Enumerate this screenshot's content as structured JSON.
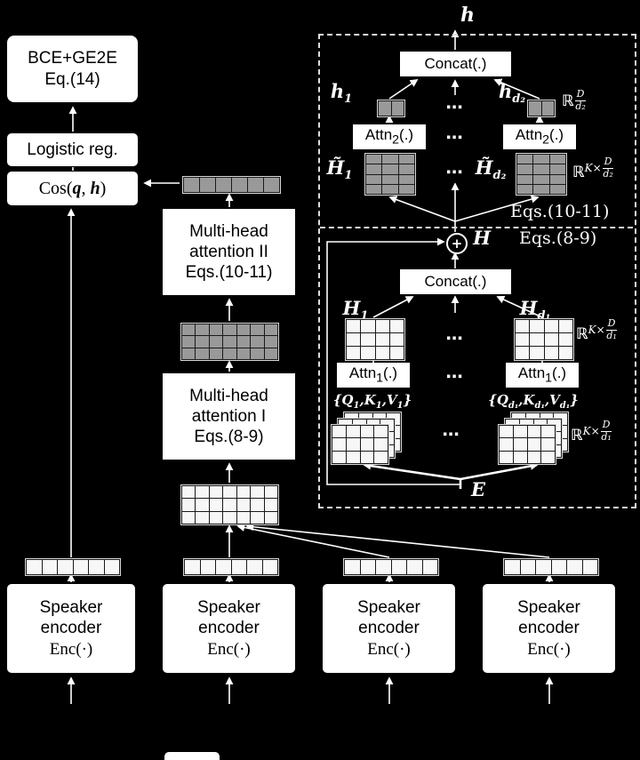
{
  "colors": {
    "background": "#000000",
    "box_fill": "#ffffff",
    "box_text": "#000000",
    "line": "#ffffff",
    "gray_cell": "#999999",
    "white_cell": "#f7f7f7"
  },
  "left_column": {
    "bce": {
      "line1": "BCE+GE2E",
      "line2": "Eq.(14)"
    },
    "logistic": {
      "label": "Logistic reg."
    },
    "cos": {
      "pre": "Cos(",
      "q": "q",
      "sep": ", ",
      "h": "h",
      "post": ")"
    }
  },
  "middle_column": {
    "mha2": {
      "line1": "Multi-head",
      "line2": "attention II",
      "line3": "Eqs.(10-11)"
    },
    "mha1": {
      "line1": "Multi-head",
      "line2": "attention I",
      "line3": "Eqs.(8-9)"
    }
  },
  "encoder": {
    "line1": "Speaker",
    "line2": "encoder",
    "line3": "Enc(·)"
  },
  "panel": {
    "ellipsis": "⋯",
    "top": {
      "h_out": "h",
      "concat": "Concat(.)",
      "h1": {
        "base": "h",
        "sub": "1"
      },
      "hd2": {
        "base": "h",
        "sub": "d₂"
      },
      "attn": {
        "base": "Attn",
        "sub": "2",
        "post": "(.)"
      },
      "ht1": {
        "base": "H̃",
        "sub": "1"
      },
      "htd2": {
        "base": "H̃",
        "sub": "d₂"
      },
      "dim_vec": {
        "set": "ℝ",
        "pre": "",
        "num": "D",
        "den": "d₂"
      },
      "dim_mat": {
        "set": "ℝ",
        "pre": "K×",
        "num": "D",
        "den": "d₂"
      },
      "eqs": "Eqs.(10-11)"
    },
    "bottom": {
      "plus": "+",
      "H_out": "H",
      "eqs": "Eqs.(8-9)",
      "concat": "Concat(.)",
      "H1": {
        "base": "H",
        "sub": "1"
      },
      "Hd1": {
        "base": "H",
        "sub": "d₁"
      },
      "attn": {
        "base": "Attn",
        "sub": "1",
        "post": "(.)"
      },
      "dim_mat": {
        "set": "ℝ",
        "pre": "K×",
        "num": "D",
        "den": "d₁"
      },
      "qkv_left": {
        "open": "{",
        "q": "Q",
        "k": "K",
        "v": "V",
        "sub": "1",
        "comma": ",",
        "close": "}"
      },
      "qkv_right": {
        "open": "{",
        "q": "Q",
        "k": "K",
        "v": "V",
        "sub": "d₁",
        "comma": ",",
        "close": "}"
      },
      "E": "E"
    }
  }
}
